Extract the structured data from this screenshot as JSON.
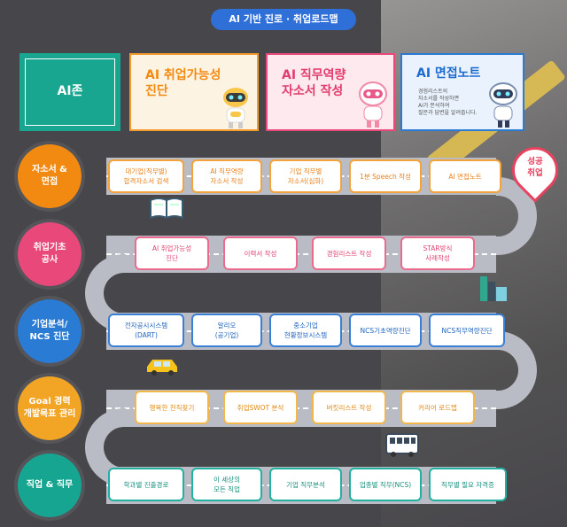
{
  "title": "AI 기반 진로 · 취업로드맵",
  "cards": [
    {
      "title_line1": "AI존",
      "title_line2": ""
    },
    {
      "title_line1": "AI 취업가능성",
      "title_line2": "진단"
    },
    {
      "title_line1": "AI 직무역량",
      "title_line2": "자소서 작성"
    },
    {
      "title_line1": "AI 면접노트",
      "title_line2": "",
      "desc": [
        "경험리스트의",
        "자소서를 작성하면",
        "AI가 분석하여",
        "질문과 답변을 알려줍니다."
      ]
    }
  ],
  "stages": [
    {
      "label_line1": "자소서 &",
      "label_line2": "면접",
      "color": "#f28a12",
      "items": [
        [
          "대기업(직무별)",
          "합격자소서 검색"
        ],
        [
          "AI 직무역량",
          "자소서 작성"
        ],
        [
          "기업 직무별",
          "자소서(심화)"
        ],
        [
          "1분 Speech 작성",
          ""
        ],
        [
          "AI 면접노트",
          ""
        ]
      ]
    },
    {
      "label_line1": "취업기초",
      "label_line2": "공사",
      "color": "#e8487a",
      "items": [
        [
          "AI 취업가능성",
          "진단"
        ],
        [
          "이력서 작성",
          ""
        ],
        [
          "경험리스트 작성",
          ""
        ],
        [
          "STAR방식",
          "사례작성"
        ]
      ]
    },
    {
      "label_line1": "기업분석/",
      "label_line2": "NCS 진단",
      "color": "#2a7bd4",
      "items": [
        [
          "전자공시시스템",
          "(DART)"
        ],
        [
          "알리오",
          "(공기업)"
        ],
        [
          "중소기업",
          "현황정보시스템"
        ],
        [
          "NCS기초역량진단",
          ""
        ],
        [
          "NCS직무역량진단",
          ""
        ]
      ]
    },
    {
      "label_line1": "Goal 경력",
      "label_line2": "개발목표 관리",
      "color": "#f2a524",
      "items": [
        [
          "행복한 천직찾기",
          ""
        ],
        [
          "취업SWOT 분석",
          ""
        ],
        [
          "버킷리스트 작성",
          ""
        ],
        [
          "커리어 로드맵",
          ""
        ]
      ]
    },
    {
      "label_line1": "직업 & 직무",
      "label_line2": "",
      "color": "#16a591",
      "items": [
        [
          "학과별 진출경로",
          ""
        ],
        [
          "이 세상의",
          "모든 직업"
        ],
        [
          "기업 직무분석",
          ""
        ],
        [
          "업종별 직무(NCS)",
          ""
        ],
        [
          "직무별 필요 자격증",
          ""
        ]
      ]
    }
  ],
  "goal_pin": {
    "line1": "성공",
    "line2": "취업"
  }
}
